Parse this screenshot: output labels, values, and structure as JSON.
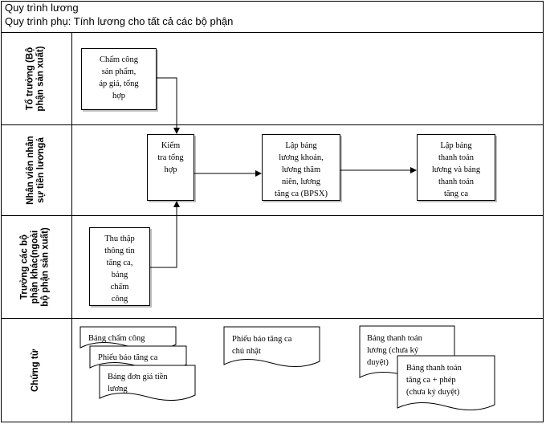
{
  "title": "Quy trình lương",
  "subtitle": "Quy trình phụ: Tính lương cho tất cả các bộ phận",
  "lanes": [
    {
      "label": "Tổ trưởng (Bộ\nphận sản xuất)"
    },
    {
      "label": "Nhân viên nhân\nsự tiền lươngả"
    },
    {
      "label": "Trưởng các bộ\nphận khác(ngoài\nbộ phận sản xuất)"
    },
    {
      "label": "Chứng từ"
    }
  ],
  "steps": {
    "cham_cong": "Chấm công\nsản phẩm,\náp giá, tổng\nhợp",
    "kiem_tra": "Kiểm\ntra tổng\nhợp",
    "lap_bang_luong": "Lập bảng\nlương khoán,\nlương thâm\nniên, lương\ntăng ca (BPSX)",
    "lap_bang_thanh_toan": "Lập bảng\nthanh toán\nlương và bảng\nthanh toán\ntăng ca",
    "thu_thap": "Thu thập\nthông tin\ntăng ca,\nbảng\nchấm\ncông"
  },
  "documents": {
    "bang_cham_cong": "Bảng chấm công",
    "phieu_bao_tang_ca_1": "Phiếu báo tăng ca",
    "bang_don_gia": [
      "Bảng đơn giá tiền",
      "lương"
    ],
    "phieu_bao_tang_ca_cn": [
      "Phiếu báo tăng ca",
      "chủ nhật"
    ],
    "bang_thanh_toan_luong": [
      "Bảng thanh toán",
      "lương (chưa ký",
      "duyệt)"
    ],
    "bang_thanh_toan_tang_ca": [
      "Bảng thanh toán",
      "tăng ca + phép",
      "(chưa ký duyệt)"
    ]
  }
}
